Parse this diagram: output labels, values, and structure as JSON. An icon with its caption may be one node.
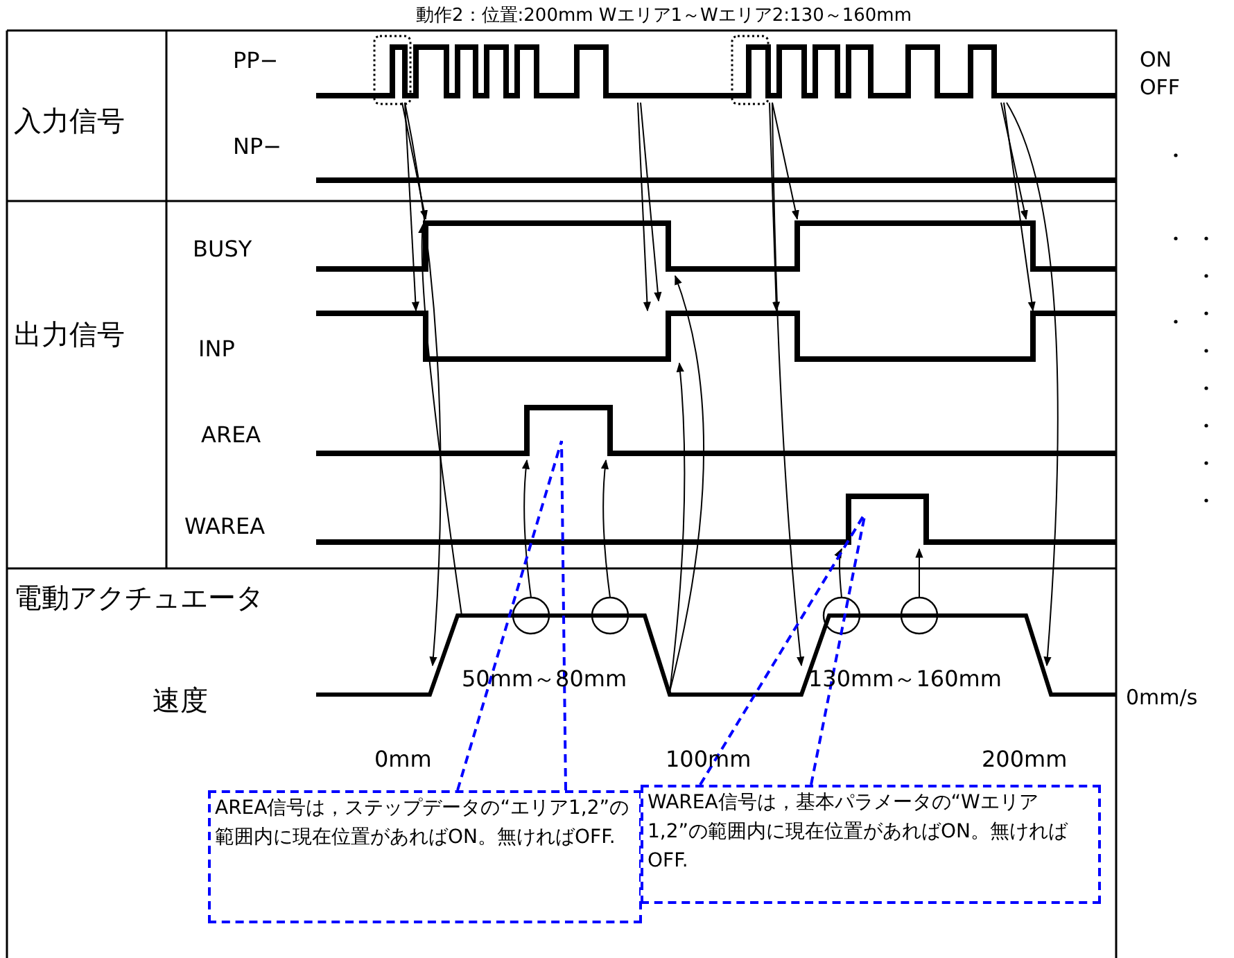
{
  "diagram": {
    "title": "動作2：位置:200mm Wエリア1～Wエリア2:130～160mm",
    "nodes": [
      {
        "text": [
          "AREA信号は，ステップデータの“エリア1,2”の範囲内に現在位置があればON。無ければOFF."
        ]
      },
      {
        "text": [
          "WAREA信号は，基本パラメータの“Wエリア1,2”の範囲内に現在位置があればON。無ければOFF."
        ]
      }
    ],
    "edges": [
      {
        "from": 0,
        "to": null,
        "arrow": "none",
        "style": "dashed",
        "color": "#0000ff"
      },
      {
        "from": 0,
        "to": null,
        "arrow": "none",
        "style": "dashed",
        "color": "#0000ff"
      },
      {
        "from": 1,
        "to": null,
        "arrow": "none",
        "style": "dashed",
        "color": "#0000ff"
      },
      {
        "from": 1,
        "to": null,
        "arrow": "none",
        "style": "dashed",
        "color": "#0000ff"
      }
    ],
    "labels": [
      "入力信号",
      "PP−",
      "ON",
      "OFF",
      "NP−",
      "出力信号",
      "BUSY",
      "INP",
      "AREA",
      "WAREA",
      "電動アクチュエータ",
      "50mm～80mm",
      "130mm～160mm",
      "速度",
      "0mm/s",
      "0mm",
      "100mm",
      "200mm"
    ]
  }
}
